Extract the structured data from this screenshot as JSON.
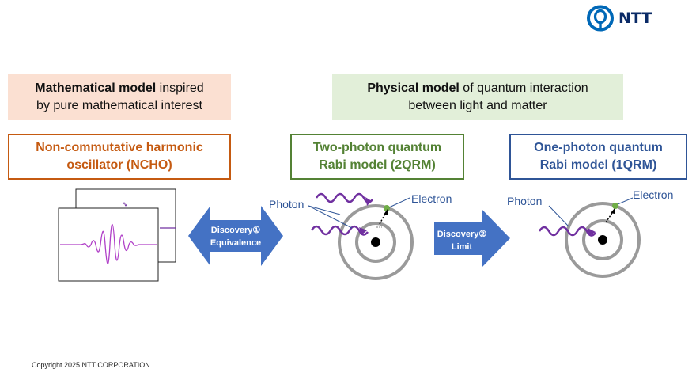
{
  "brand": {
    "name": "NTT"
  },
  "math_band": {
    "bold": "Mathematical model",
    "rest1": " inspired",
    "line2": "by pure mathematical interest"
  },
  "phys_band": {
    "bold": "Physical model",
    "rest1": " of quantum interaction",
    "line2": "between light and matter"
  },
  "nc_box": {
    "line1": "Non-commutative harmonic",
    "line2": "oscillator (NCHO)"
  },
  "tq_box": {
    "line1": "Two-photon quantum",
    "line2": "Rabi model (2QRM)"
  },
  "oq_box": {
    "line1": "One-photon quantum",
    "line2": "Rabi model (1QRM)"
  },
  "discovery1": {
    "line1": "Discovery①",
    "line2": "Equivalence"
  },
  "discovery2": {
    "line1": "Discovery②",
    "line2": "Limit"
  },
  "labels": {
    "photon_2q": "Photon",
    "electron_2q": "Electron",
    "photon_1q": "Photon",
    "electron_1q": "Electron"
  },
  "colors": {
    "math": "#c55a11",
    "two_photon": "#548235",
    "one_photon": "#2f5597",
    "arrow": "#4472c4",
    "wave": "#7030a0"
  },
  "footer": {
    "copyright": "Copyright 2025 NTT CORPORATION"
  }
}
